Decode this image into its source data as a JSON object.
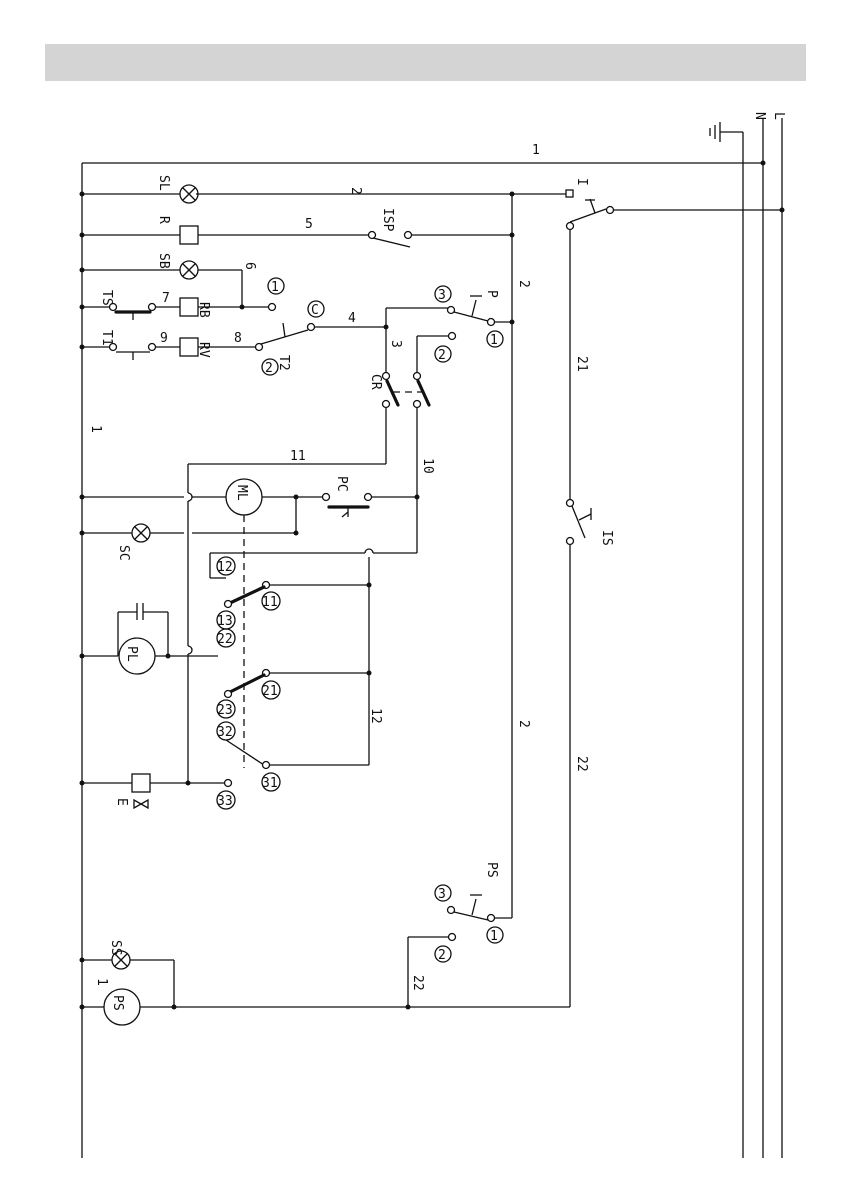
{
  "supply": {
    "l": "L",
    "n": "N"
  },
  "wires": {
    "w1_top": "1",
    "w2_top": "2",
    "w5": "5",
    "w6": "6",
    "w7": "7",
    "w9": "9",
    "w8": "8",
    "w4": "4",
    "w3": "3",
    "w2_mid": "2",
    "w21": "21",
    "w1_left": "1",
    "w11": "11",
    "w10": "10",
    "w12": "12",
    "w2_low": "2",
    "w22_right": "22",
    "w1_bottom": "1",
    "w22_bottom": "22"
  },
  "components": {
    "sl": "SL",
    "r": "R",
    "sb": "SB",
    "ts": "TS",
    "t1": "T1",
    "rb": "RB",
    "rv": "RV",
    "isp": "ISP",
    "t2": "T2",
    "p": "P",
    "cr": "CR",
    "pc": "PC",
    "ml": "ML",
    "sc": "SC",
    "is": "IS",
    "pl": "PL",
    "e": "E",
    "ps_switch": "PS",
    "ss": "SS",
    "ps_motor": "PS",
    "main_switch": "I"
  },
  "terminals": {
    "c": "C",
    "t2_2": "2",
    "p_1": "1",
    "p_2": "2",
    "p_3": "3",
    "ts_1": "1",
    "cam_12": "12",
    "cam_11": "11",
    "cam_13": "13",
    "cam_22": "22",
    "cam_21": "21",
    "cam_23": "23",
    "cam_32": "32",
    "cam_31": "31",
    "cam_33": "33",
    "ps_1": "1",
    "ps_2": "2",
    "ps_3": "3"
  }
}
